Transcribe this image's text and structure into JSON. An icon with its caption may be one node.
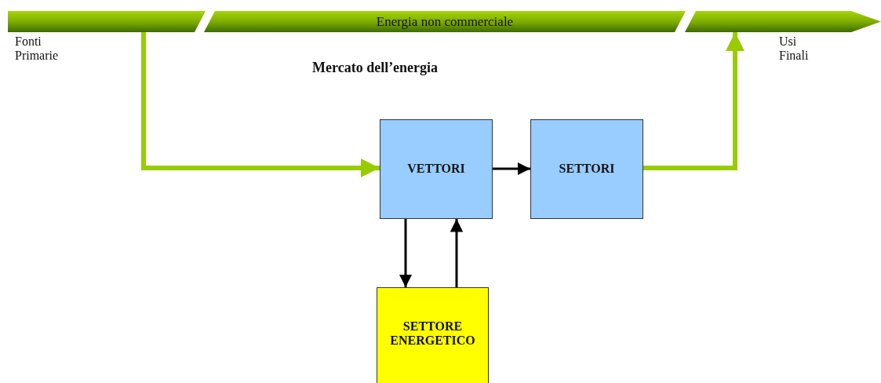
{
  "diagram": {
    "nodes": [
      {
        "text": [],
        "shape": "bar"
      },
      {
        "text": [
          "Energia non commerciale"
        ]
      },
      {
        "text": [],
        "shape": "bar"
      },
      {
        "text": [
          "VETTORI"
        ]
      },
      {
        "text": [
          "SETTORI"
        ]
      },
      {
        "text": [
          "SETTORE ENERGETICO"
        ]
      }
    ],
    "edges": [
      {
        "from": 0,
        "to": 3,
        "arrow": "to",
        "style": "thick",
        "color": "#99cc00"
      },
      {
        "from": 3,
        "to": 4,
        "arrow": "to"
      },
      {
        "from": 4,
        "to": 2,
        "arrow": "to",
        "style": "thick",
        "color": "#99cc00"
      },
      {
        "from": 3,
        "to": 5,
        "arrow": "to"
      },
      {
        "from": 5,
        "to": 3,
        "arrow": "to"
      }
    ],
    "labels": [
      "Fonti Primarie",
      "Usi Finali",
      "Mercato dell’energia"
    ]
  }
}
